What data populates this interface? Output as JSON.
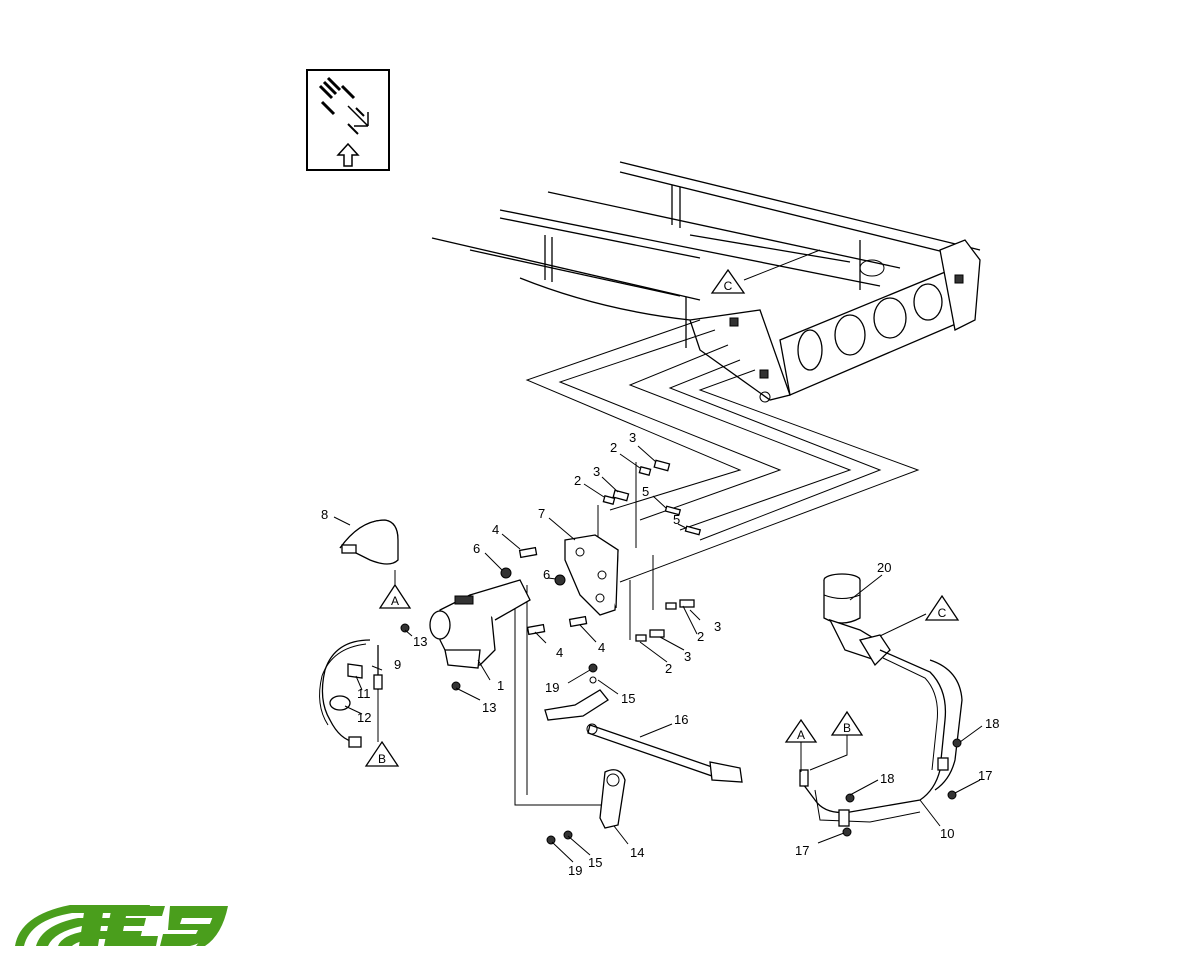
{
  "diagram": {
    "callouts": [
      {
        "id": "c1",
        "label": "1"
      },
      {
        "id": "c2a",
        "label": "2"
      },
      {
        "id": "c2b",
        "label": "2"
      },
      {
        "id": "c2c",
        "label": "2"
      },
      {
        "id": "c2d",
        "label": "2"
      },
      {
        "id": "c3a",
        "label": "3"
      },
      {
        "id": "c3b",
        "label": "3"
      },
      {
        "id": "c3c",
        "label": "3"
      },
      {
        "id": "c3d",
        "label": "3"
      },
      {
        "id": "c4a",
        "label": "4"
      },
      {
        "id": "c4b",
        "label": "4"
      },
      {
        "id": "c4c",
        "label": "4"
      },
      {
        "id": "c5a",
        "label": "5"
      },
      {
        "id": "c5b",
        "label": "5"
      },
      {
        "id": "c6a",
        "label": "6"
      },
      {
        "id": "c6b",
        "label": "6"
      },
      {
        "id": "c7",
        "label": "7"
      },
      {
        "id": "c8",
        "label": "8"
      },
      {
        "id": "c9",
        "label": "9"
      },
      {
        "id": "c10",
        "label": "10"
      },
      {
        "id": "c11",
        "label": "11"
      },
      {
        "id": "c12",
        "label": "12"
      },
      {
        "id": "c13a",
        "label": "13"
      },
      {
        "id": "c13b",
        "label": "13"
      },
      {
        "id": "c14",
        "label": "14"
      },
      {
        "id": "c15a",
        "label": "15"
      },
      {
        "id": "c15b",
        "label": "15"
      },
      {
        "id": "c16",
        "label": "16"
      },
      {
        "id": "c17a",
        "label": "17"
      },
      {
        "id": "c17b",
        "label": "17"
      },
      {
        "id": "c18a",
        "label": "18"
      },
      {
        "id": "c18b",
        "label": "18"
      },
      {
        "id": "c19a",
        "label": "19"
      },
      {
        "id": "c19b",
        "label": "19"
      },
      {
        "id": "c20",
        "label": "20"
      }
    ],
    "connectors": [
      {
        "id": "A",
        "label": "A"
      },
      {
        "id": "B",
        "label": "B"
      },
      {
        "id": "C",
        "label": "C"
      }
    ]
  },
  "logo": {
    "text": "ECS",
    "color": "#4a9e1c"
  }
}
